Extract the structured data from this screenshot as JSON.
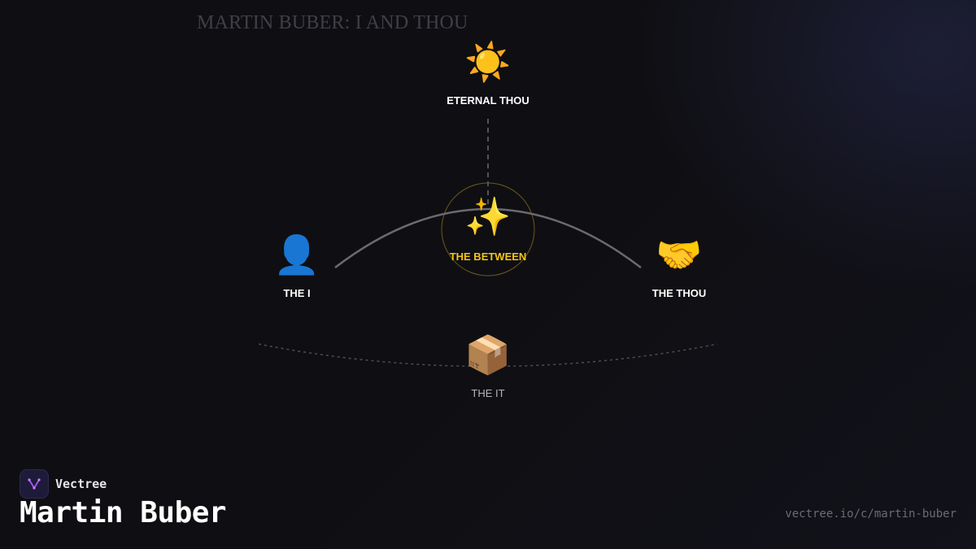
{
  "diagram": {
    "title": "MARTIN BUBER: I AND THOU",
    "nodes": {
      "eternal_thou": {
        "icon": "sun-icon",
        "emoji": "☀️",
        "label": "ETERNAL THOU"
      },
      "between": {
        "icon": "sparkles-icon",
        "emoji": "✨",
        "label": "THE BETWEEN",
        "color": "#f5c518"
      },
      "i": {
        "icon": "person-icon",
        "emoji": "👤",
        "label": "THE I"
      },
      "thou": {
        "icon": "handshake-icon",
        "emoji": "🤝",
        "label": "THE THOU"
      },
      "it": {
        "icon": "package-icon",
        "emoji": "📦",
        "label": "THE IT"
      }
    },
    "connections": [
      {
        "from": "eternal_thou",
        "to": "between",
        "style": "dashed"
      },
      {
        "from": "i",
        "to": "thou",
        "style": "solid-arc"
      },
      {
        "from": "i",
        "to": "thou",
        "via": "it",
        "style": "dotted-arc"
      }
    ]
  },
  "footer": {
    "brand_name": "Vectree",
    "brand_icon": "vectree-logo-icon",
    "title": "Martin Buber",
    "url": "vectree.io/c/martin-buber"
  },
  "colors": {
    "background": "#0f0f13",
    "accent": "#f5c518",
    "line": "#5a5a60"
  }
}
